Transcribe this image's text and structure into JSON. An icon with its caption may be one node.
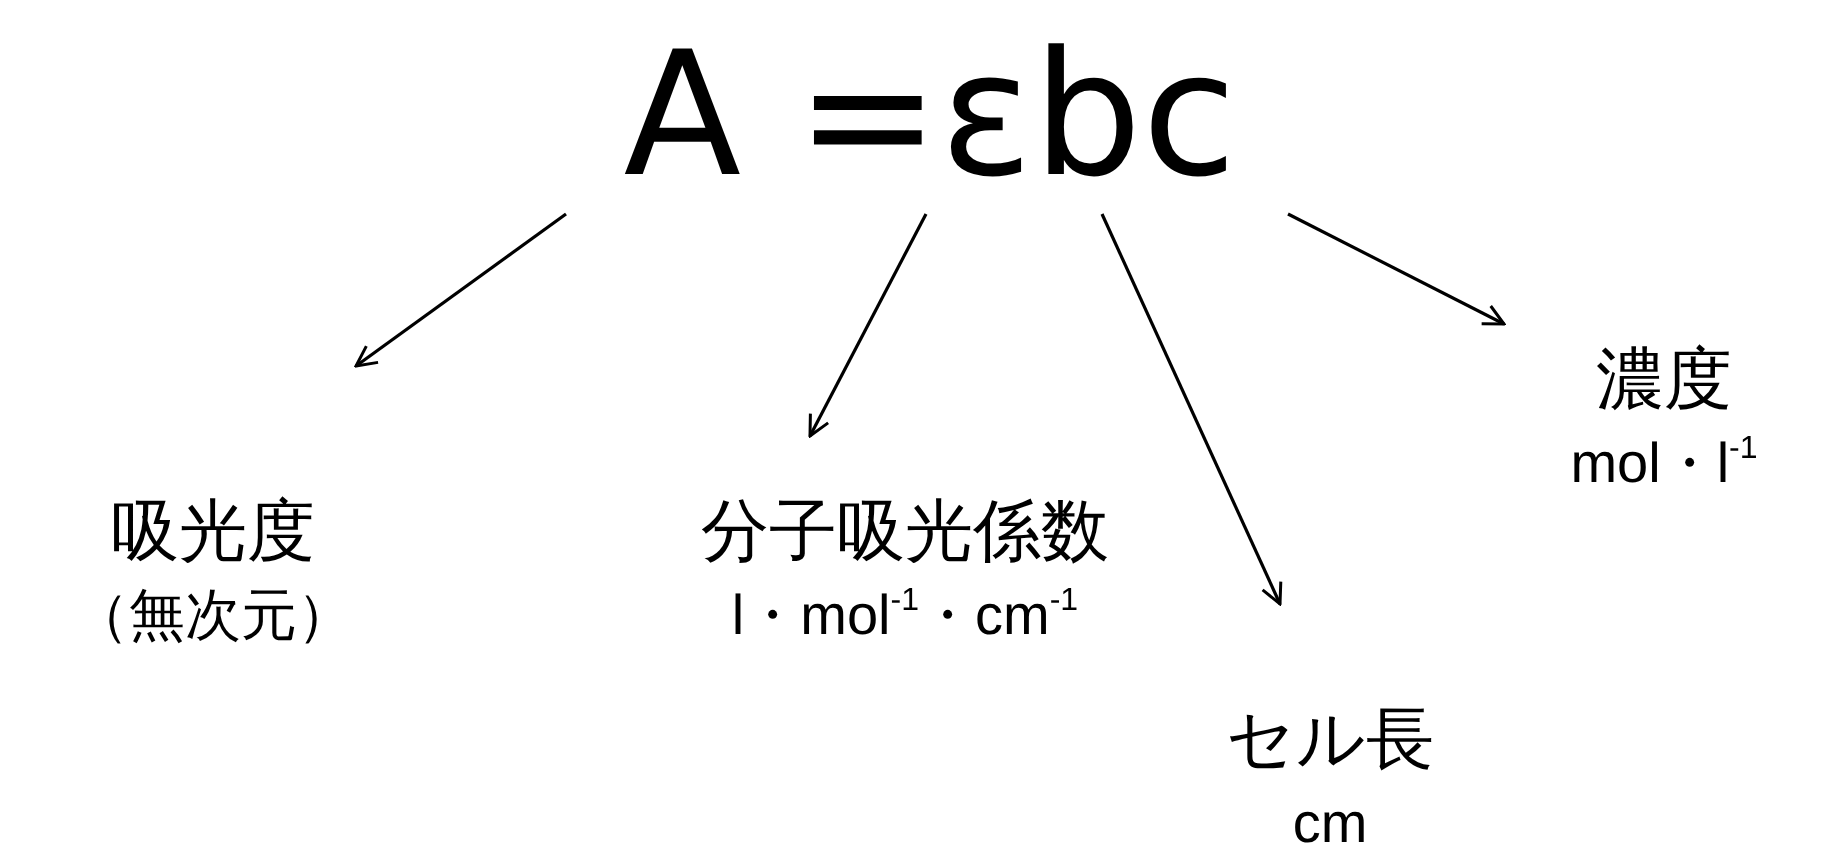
{
  "diagram": {
    "nodes": [
      {
        "text": [
          "A =εbc"
        ]
      },
      {
        "text": [
          "吸光度",
          "（無次元）"
        ]
      },
      {
        "text": [
          "分子吸光係数",
          "l・mol$^{-1}$・cm$^{-1}$"
        ]
      },
      {
        "text": [
          "セル長",
          "cm"
        ]
      },
      {
        "text": [
          "濃度",
          "mol・l$^{-1}$"
        ]
      }
    ],
    "edges": [
      {
        "from": 0,
        "to": 1,
        "arrow": "to"
      },
      {
        "from": 0,
        "to": 2,
        "arrow": "to"
      },
      {
        "from": 0,
        "to": 3,
        "arrow": "to"
      },
      {
        "from": 0,
        "to": 4,
        "arrow": "to"
      }
    ]
  }
}
